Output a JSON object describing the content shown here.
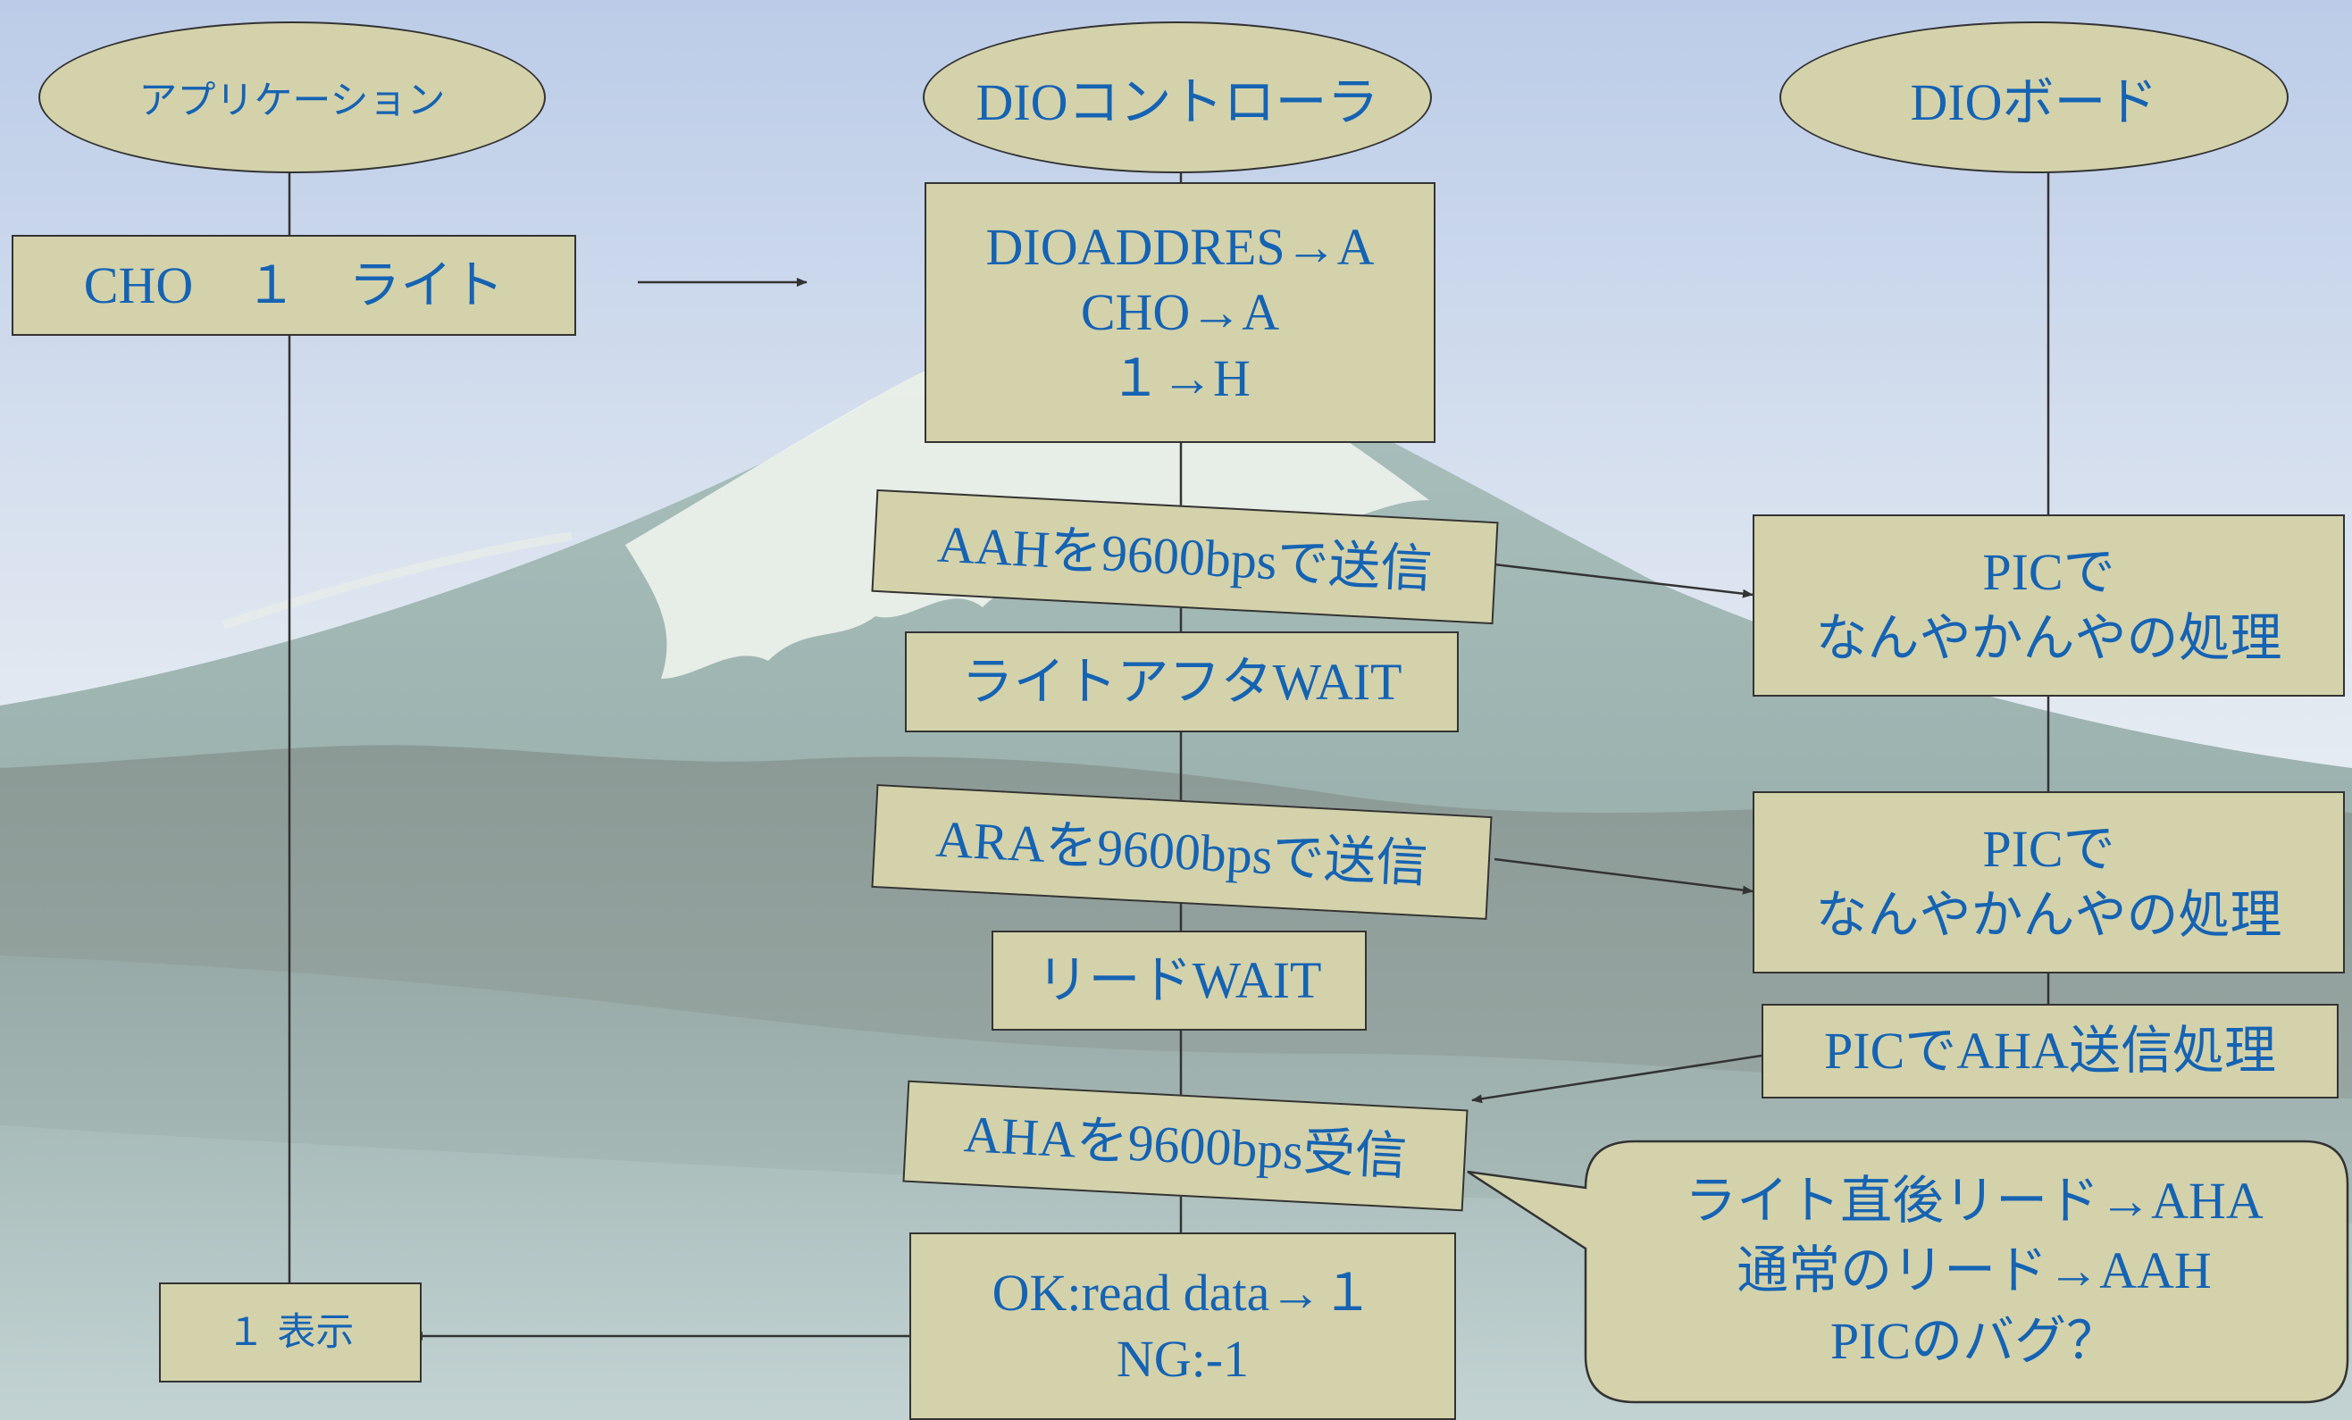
{
  "diagram": {
    "lanes": {
      "application": "アプリケーション",
      "controller": "DIOコントローラ",
      "board": "DIOボード"
    },
    "app_write": "CHO　１　ライト",
    "ctrl_setup": [
      "DIOADDRES→A",
      "CHO→A",
      "１→H"
    ],
    "send_aah": "AAHを9600bpsで送信",
    "write_after_wait": "ライトアフタWAIT",
    "send_ara": "ARAを9600bpsで送信",
    "read_wait": "リードWAIT",
    "recv_aha": "AHAを9600bps受信",
    "result": [
      "OK:read data→１",
      "NG:-1"
    ],
    "display": "１ 表示",
    "pic_proc_1": [
      "PICで",
      "なんやかんやの処理"
    ],
    "pic_proc_2": [
      "PICで",
      "なんやかんやの処理"
    ],
    "pic_aha_send": "PICでAHA送信処理",
    "note": [
      "ライト直後リード→AHA",
      "通常のリード→AAH",
      "PICのバグ？"
    ]
  },
  "colors": {
    "node_fill": "#d4d2ab",
    "text": "#1563b3",
    "line": "#333333",
    "sky_top": "#bccce8",
    "ground": "#9db5b5"
  }
}
